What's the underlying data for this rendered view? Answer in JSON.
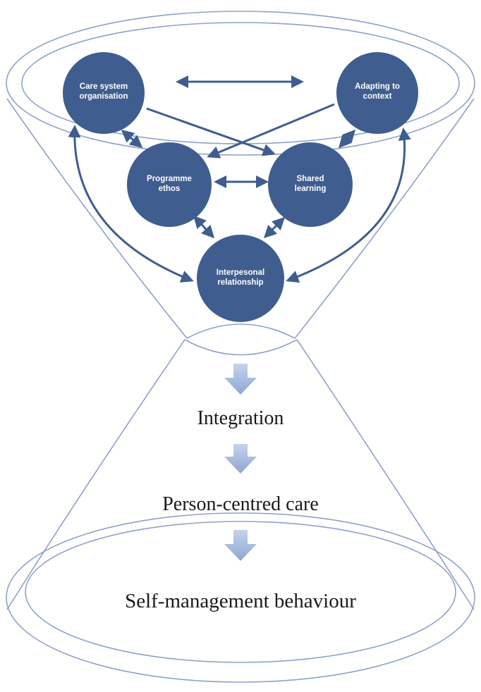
{
  "nodes": {
    "care_system": [
      "Care system",
      "organisation"
    ],
    "adapting": [
      "Adapting to",
      "context"
    ],
    "programme": [
      "Programme",
      "ethos"
    ],
    "shared": [
      "Shared",
      "learning"
    ],
    "interpersonal": [
      "Interpesonal",
      "relationship"
    ]
  },
  "stages": {
    "integration": "Integration",
    "person_centred": "Person-centred care",
    "self_management": "Self-management behaviour"
  },
  "colors": {
    "node": "#3f5d8f",
    "outline": "#8ea2c8",
    "down_arrow": "#98aed6"
  }
}
